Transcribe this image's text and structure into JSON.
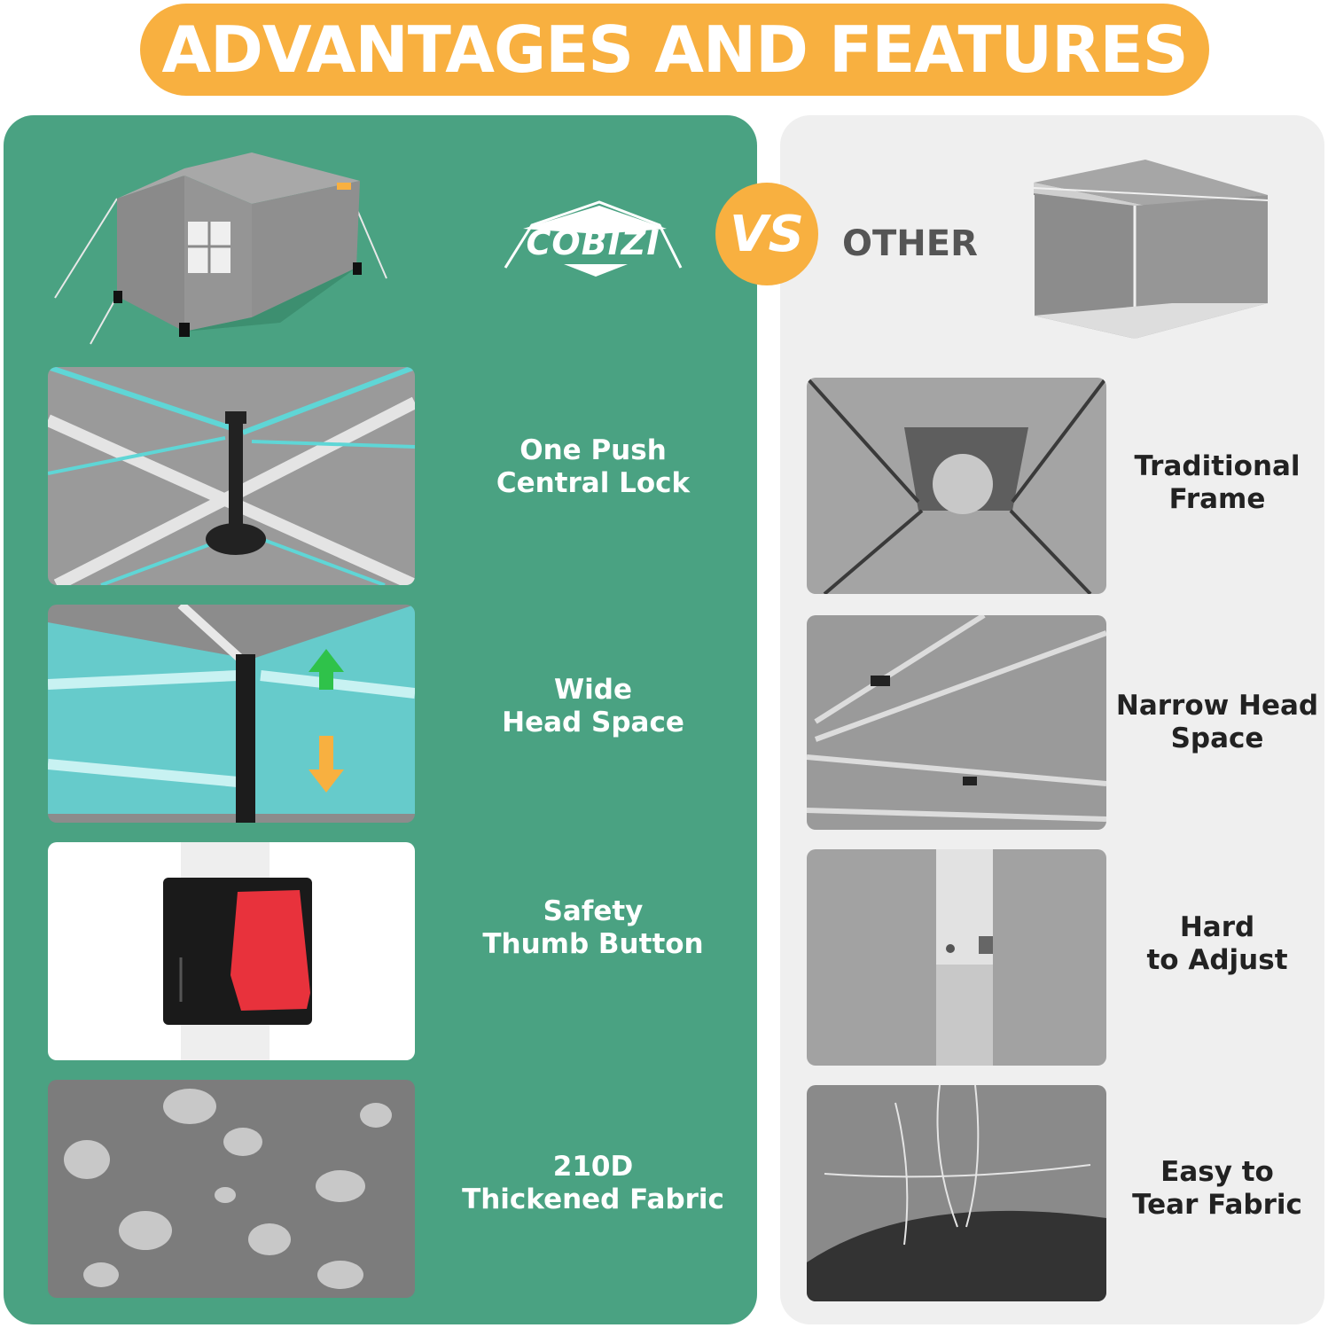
{
  "banner": {
    "title": "ADVANTAGES AND FEATURES"
  },
  "compare": {
    "vs_label": "VS",
    "other_label": "OTHER"
  },
  "brand": {
    "logo_text": "COBIZI"
  },
  "cobizi_features": [
    {
      "line1": "One Push",
      "line2": "Central Lock"
    },
    {
      "line1": "Wide",
      "line2": "Head Space"
    },
    {
      "line1": "Safety",
      "line2": "Thumb Button"
    },
    {
      "line1": "210D",
      "line2": "Thickened Fabric"
    }
  ],
  "other_features": [
    {
      "line1": "Traditional",
      "line2": "Frame"
    },
    {
      "line1": "Narrow Head",
      "line2": "Space"
    },
    {
      "line1": "Hard",
      "line2": "to Adjust"
    },
    {
      "line1": "Easy to",
      "line2": "Tear Fabric"
    }
  ],
  "colors": {
    "accent_orange": "#f8b040",
    "panel_green": "#4aa282",
    "panel_gray": "#efefef",
    "highlight_cyan": "#5fd6d6"
  }
}
